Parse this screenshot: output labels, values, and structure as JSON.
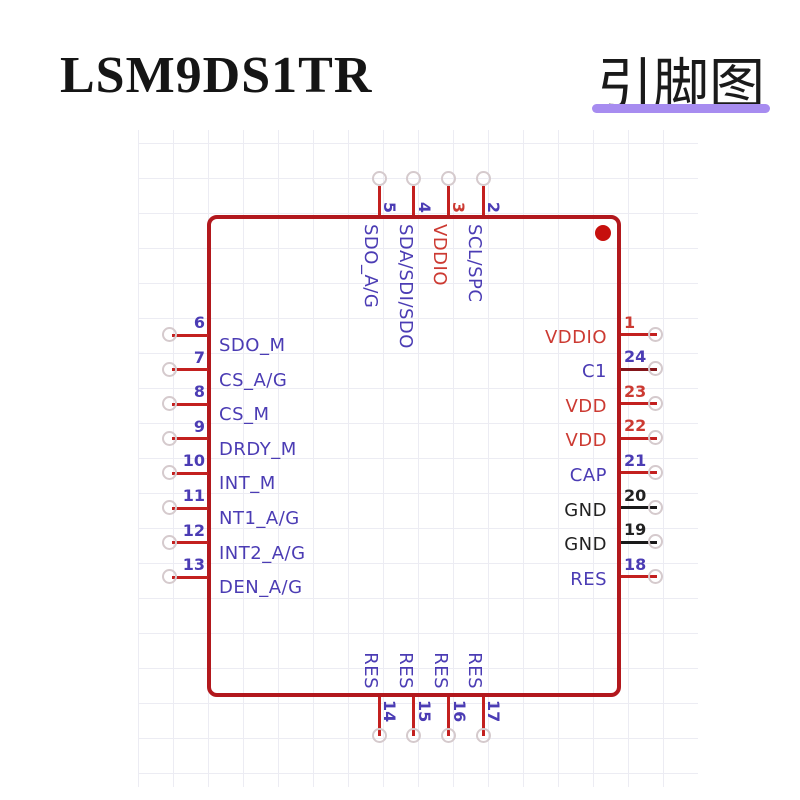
{
  "header": {
    "part_number": "LSM9DS1TR",
    "sheet_title": "引脚图"
  },
  "colors": {
    "underline_purple": "#a78cf0",
    "chip_border_red": "#b2181d",
    "pin1_dot_red": "#c6100d",
    "pin_name_blue": "#4b3cb4",
    "pin_name_red": "#cc3a32",
    "pin_name_black": "#222222",
    "pin_line_red": "#c3201f",
    "pin_line_black": "#1a1a1a",
    "pin_line_darkred": "#84161a",
    "pad_ring_gray": "#d5cacd"
  },
  "pin_diagram": {
    "left_pins": [
      {
        "number": "6",
        "name": "SDO_M",
        "color": "blue"
      },
      {
        "number": "7",
        "name": "CS_A/G",
        "color": "blue"
      },
      {
        "number": "8",
        "name": "CS_M",
        "color": "blue"
      },
      {
        "number": "9",
        "name": "DRDY_M",
        "color": "blue"
      },
      {
        "number": "10",
        "name": "INT_M",
        "color": "blue"
      },
      {
        "number": "11",
        "name": "NT1_A/G",
        "color": "blue"
      },
      {
        "number": "12",
        "name": "INT2_A/G",
        "color": "blue"
      },
      {
        "number": "13",
        "name": "DEN_A/G",
        "color": "blue"
      }
    ],
    "right_pins": [
      {
        "number": "1",
        "name": "VDDIO",
        "color": "red"
      },
      {
        "number": "24",
        "name": "C1",
        "color": "blue",
        "line": "darkred"
      },
      {
        "number": "23",
        "name": "VDD",
        "color": "red"
      },
      {
        "number": "22",
        "name": "VDD",
        "color": "red"
      },
      {
        "number": "21",
        "name": "CAP",
        "color": "blue"
      },
      {
        "number": "20",
        "name": "GND",
        "color": "black",
        "line": "black"
      },
      {
        "number": "19",
        "name": "GND",
        "color": "black",
        "line": "black"
      },
      {
        "number": "18",
        "name": "RES",
        "color": "blue"
      }
    ],
    "top_pins": [
      {
        "number": "5",
        "name": "SDO_A/G",
        "color": "blue"
      },
      {
        "number": "4",
        "name": "SDA/SDI/SDO",
        "color": "blue"
      },
      {
        "number": "3",
        "name": "VDDIO",
        "color": "red"
      },
      {
        "number": "2",
        "name": "SCL/SPC",
        "color": "blue"
      }
    ],
    "bottom_pins": [
      {
        "number": "14",
        "name": "RES",
        "color": "blue"
      },
      {
        "number": "15",
        "name": "RES",
        "color": "blue"
      },
      {
        "number": "16",
        "name": "RES",
        "color": "blue"
      },
      {
        "number": "17",
        "name": "RES",
        "color": "blue"
      }
    ]
  }
}
